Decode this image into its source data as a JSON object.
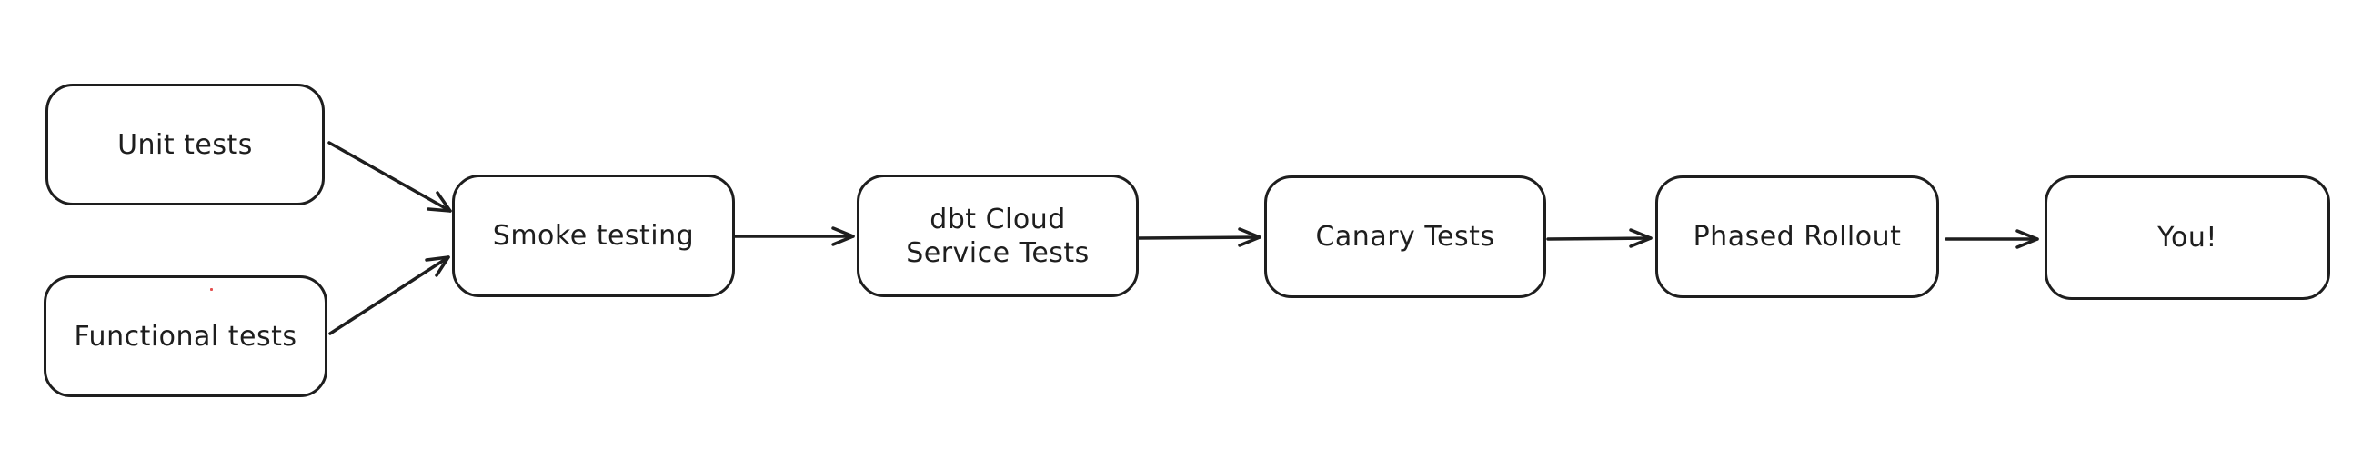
{
  "diagram": {
    "type": "flowchart",
    "direction": "left-to-right",
    "style": "hand-drawn-whiteboard",
    "colors": {
      "stroke": "#1e1e1e",
      "background": "#ffffff",
      "stray_mark_red": "#e03131"
    },
    "nodes": [
      {
        "id": "unit-tests",
        "label": "Unit tests"
      },
      {
        "id": "functional-tests",
        "label": "Functional tests"
      },
      {
        "id": "smoke-testing",
        "label": "Smoke testing"
      },
      {
        "id": "dbt-cloud-service-tests",
        "label": "dbt Cloud\nService Tests"
      },
      {
        "id": "canary-tests",
        "label": "Canary Tests"
      },
      {
        "id": "phased-rollout",
        "label": "Phased Rollout"
      },
      {
        "id": "you",
        "label": "You!"
      }
    ],
    "edges": [
      {
        "from": "unit-tests",
        "to": "smoke-testing"
      },
      {
        "from": "functional-tests",
        "to": "smoke-testing"
      },
      {
        "from": "smoke-testing",
        "to": "dbt-cloud-service-tests"
      },
      {
        "from": "dbt-cloud-service-tests",
        "to": "canary-tests"
      },
      {
        "from": "canary-tests",
        "to": "phased-rollout"
      },
      {
        "from": "phased-rollout",
        "to": "you"
      }
    ]
  }
}
